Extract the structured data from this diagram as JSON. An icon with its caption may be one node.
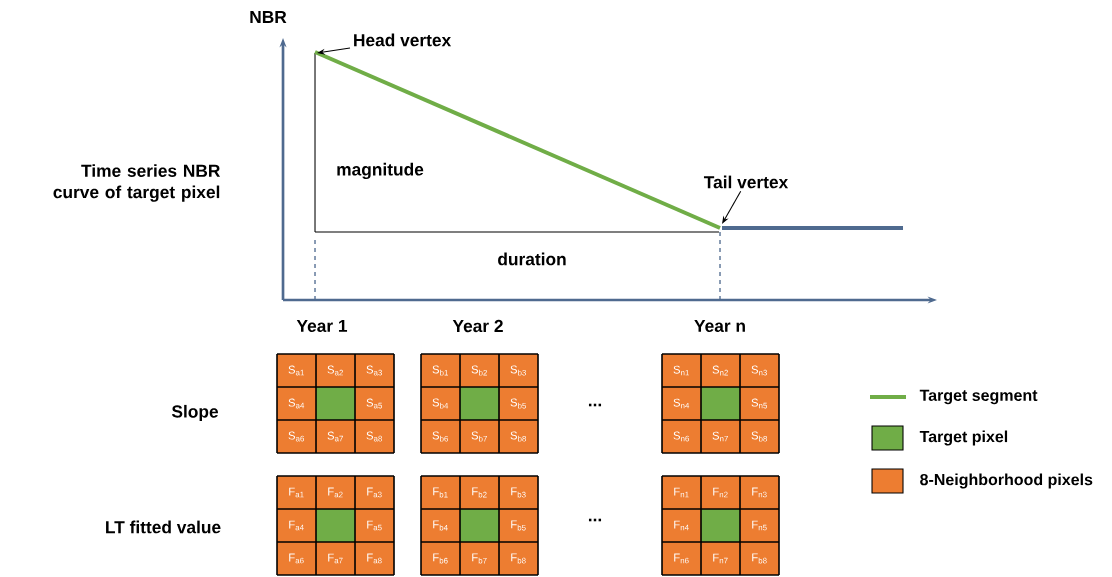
{
  "diagram": {
    "nodes": [
      {
        "text": [
          "Head vertex"
        ]
      },
      {
        "text": [
          "Tail vertex"
        ]
      }
    ],
    "edges": [
      {
        "from": 0,
        "to": null,
        "arrow": "to"
      },
      {
        "from": 1,
        "to": null,
        "arrow": "to"
      }
    ],
    "labels": [
      "NBR",
      "Time series NBR curve of target pixel",
      "magnitude",
      "duration",
      "Year 1",
      "Year 2",
      "Year n",
      "Slope",
      "LT fitted value",
      "...",
      "...",
      "S$_{a1}$",
      "S$_{a2}$",
      "S$_{a3}$",
      "S$_{a4}$",
      "S$_{a5}$",
      "S$_{a6}$",
      "S$_{a7}$",
      "S$_{a8}$",
      "S$_{b1}$",
      "S$_{b2}$",
      "S$_{b3}$",
      "S$_{b4}$",
      "S$_{b5}$",
      "S$_{b6}$",
      "S$_{b7}$",
      "S$_{b8}$",
      "S$_{n1}$",
      "S$_{n2}$",
      "S$_{n3}$",
      "S$_{n4}$",
      "S$_{n5}$",
      "S$_{n6}$",
      "S$_{n7}$",
      "S$_{b8}$",
      "F$_{a1}$",
      "F$_{a2}$",
      "F$_{a3}$",
      "F$_{a4}$",
      "F$_{a5}$",
      "F$_{a6}$",
      "F$_{a7}$",
      "F$_{a8}$",
      "F$_{b1}$",
      "F$_{b2}$",
      "F$_{b3}$",
      "F$_{b4}$",
      "F$_{b5}$",
      "F$_{b6}$",
      "F$_{b7}$",
      "F$_{b8}$",
      "F$_{n1}$",
      "F$_{n2}$",
      "F$_{n3}$",
      "F$_{n4}$",
      "F$_{n5}$",
      "F$_{n6}$",
      "F$_{n7}$",
      "F$_{b8}$"
    ],
    "legend": [
      {
        "text": "Target segment"
      },
      {
        "text": "Target pixel",
        "color": "#70ad47"
      },
      {
        "text": "8-Neighborhood pixels",
        "color": "#ed7d31"
      }
    ]
  }
}
